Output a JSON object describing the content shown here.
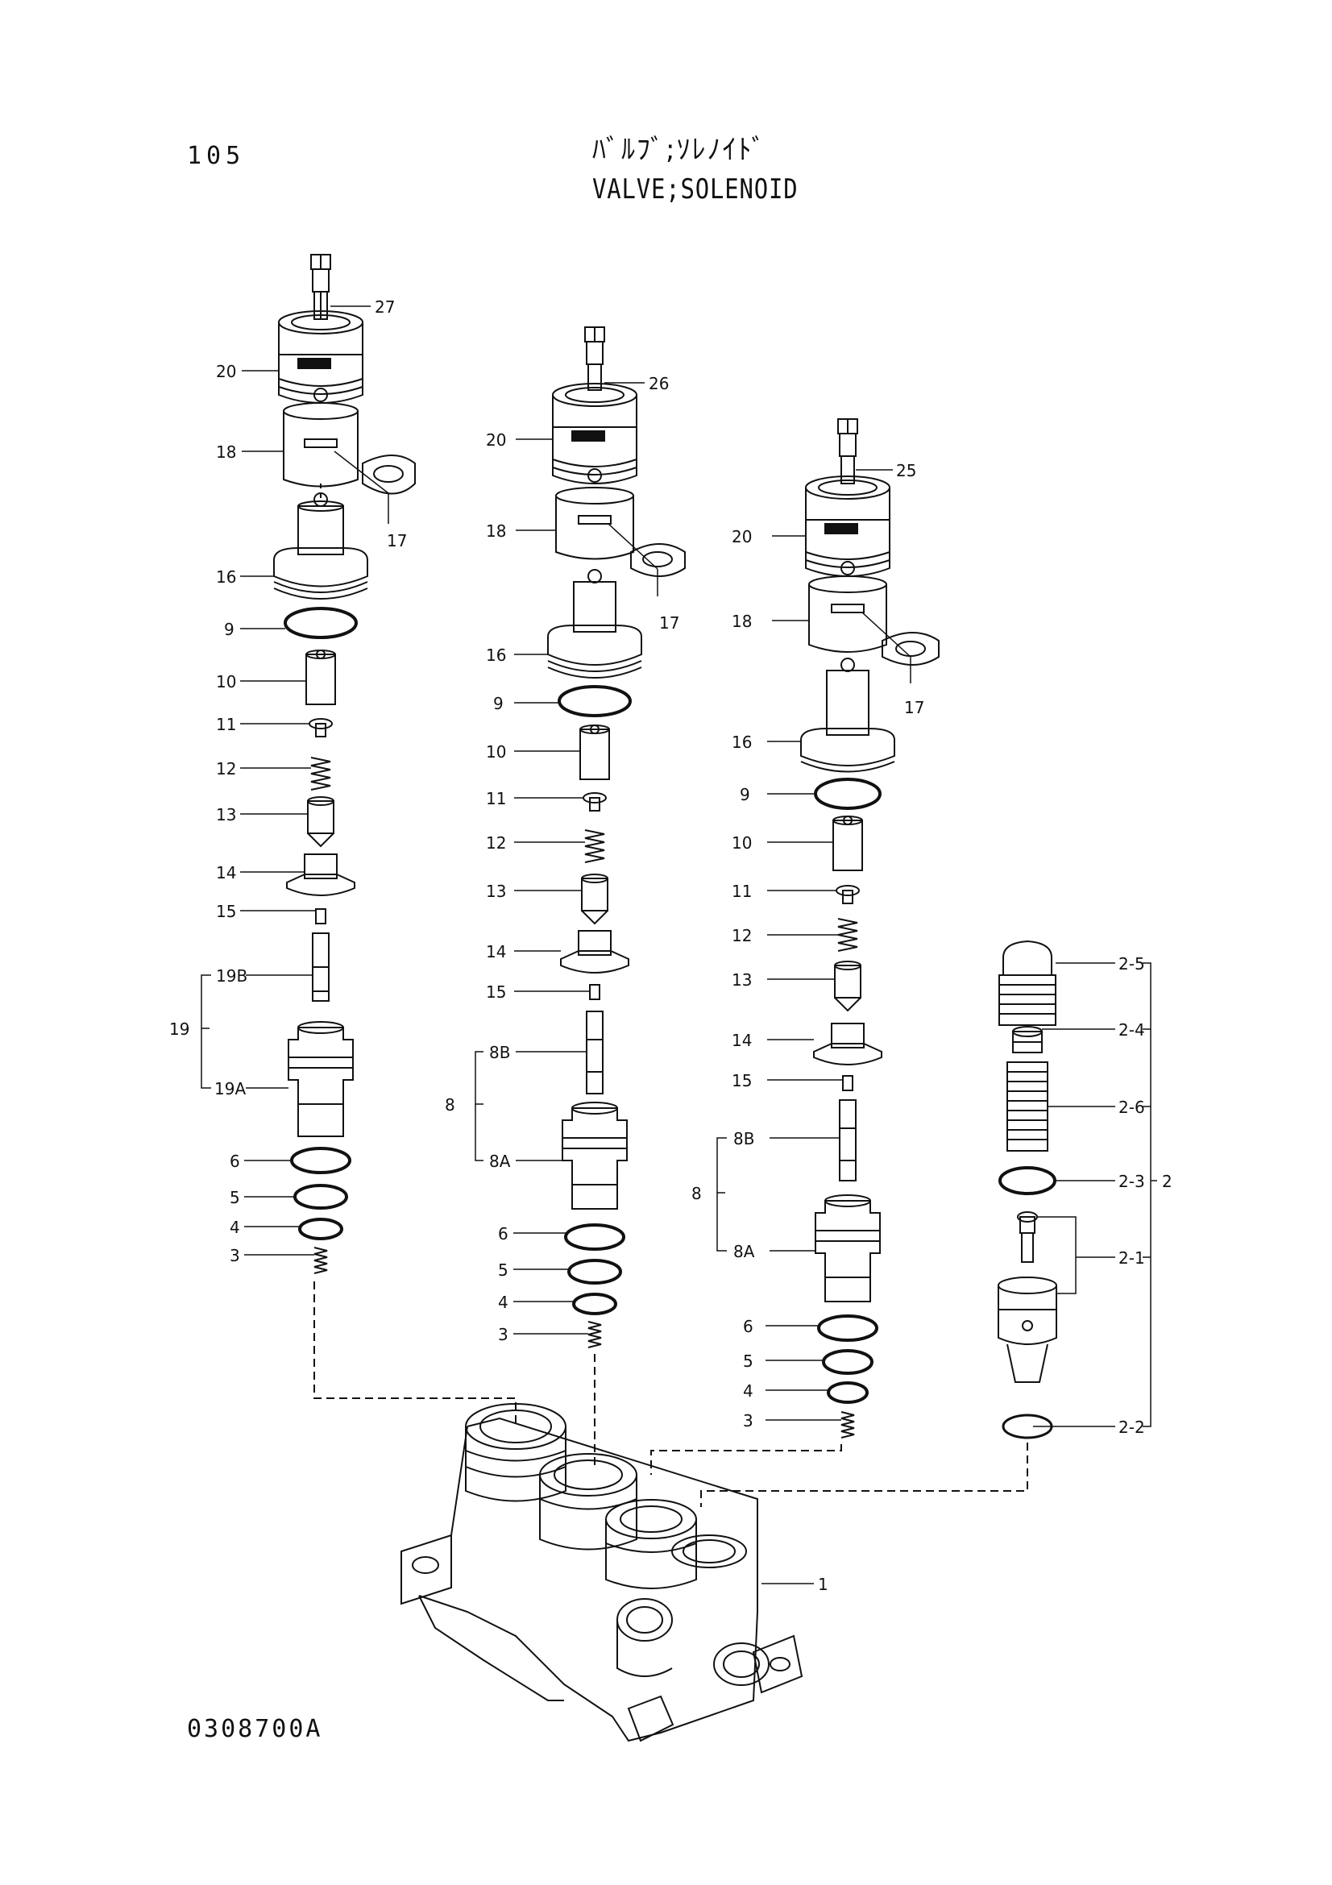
{
  "header": {
    "page_number": "105",
    "title_jp": "ﾊﾞﾙﾌﾞ;ｿﾚﾉｲﾄﾞ",
    "title_en": "VALVE;SOLENOID"
  },
  "footer": {
    "drawing_number": "0308700A"
  },
  "callouts": {
    "col1": [
      "27",
      "20",
      "18",
      "17",
      "16",
      "9",
      "10",
      "11",
      "12",
      "13",
      "14",
      "15",
      "19B",
      "19",
      "19A",
      "6",
      "5",
      "4",
      "3"
    ],
    "col2": [
      "26",
      "20",
      "18",
      "17",
      "16",
      "9",
      "10",
      "11",
      "12",
      "13",
      "14",
      "15",
      "8B",
      "8",
      "8A",
      "6",
      "5",
      "4",
      "3"
    ],
    "col3": [
      "25",
      "20",
      "18",
      "17",
      "16",
      "9",
      "10",
      "11",
      "12",
      "13",
      "14",
      "15",
      "8B",
      "8",
      "8A",
      "6",
      "5",
      "4",
      "3"
    ],
    "col4": [
      "2-5",
      "2-4",
      "2-6",
      "2-3",
      "2",
      "2-1",
      "2-2"
    ],
    "body": [
      "1"
    ]
  }
}
